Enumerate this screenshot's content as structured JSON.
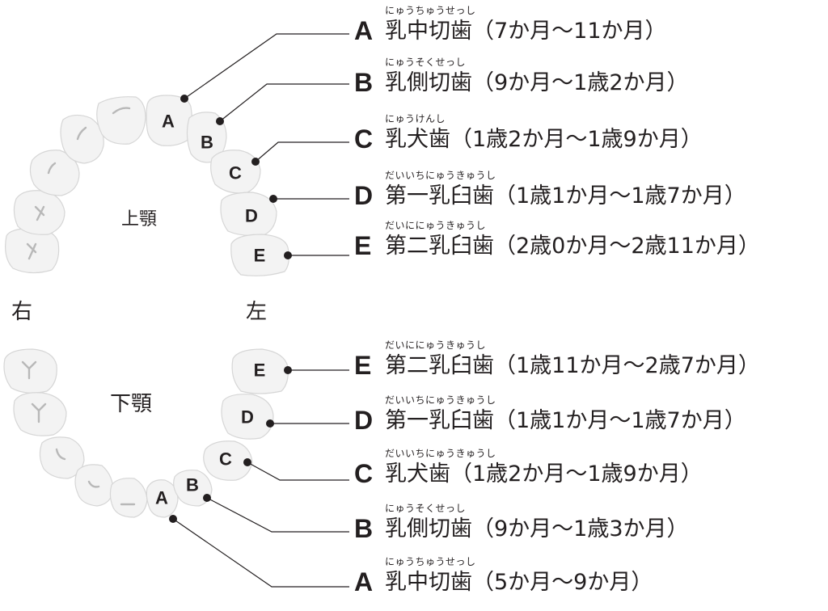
{
  "jaws": {
    "upper_label": "上顎",
    "lower_label": "下顎",
    "right_label": "右",
    "left_label": "左"
  },
  "upper_teeth": [
    {
      "letter": "A",
      "furigana": "にゅうちゅうせっし",
      "name": "乳中切歯",
      "period": "（7か月〜11か月）"
    },
    {
      "letter": "B",
      "furigana": "にゅうそくせっし",
      "name": "乳側切歯",
      "period": "（9か月〜1歳2か月）"
    },
    {
      "letter": "C",
      "furigana": "にゅうけんし",
      "name": "乳犬歯",
      "period": "（1歳2か月〜1歳9か月）"
    },
    {
      "letter": "D",
      "furigana": "だいいちにゅうきゅうし",
      "name": "第一乳臼歯",
      "period": "（1歳1か月〜1歳7か月）"
    },
    {
      "letter": "E",
      "furigana": "だいににゅうきゅうし",
      "name": "第二乳臼歯",
      "period": "（2歳0か月〜2歳11か月）"
    }
  ],
  "lower_teeth": [
    {
      "letter": "E",
      "furigana": "だいににゅうきゅうし",
      "name": "第二乳臼歯",
      "period": "（1歳11か月〜2歳7か月）"
    },
    {
      "letter": "D",
      "furigana": "だいいちにゅうきゅうし",
      "name": "第一乳臼歯",
      "period": "（1歳1か月〜1歳7か月）"
    },
    {
      "letter": "C",
      "furigana": "だいいちにゅうきゅうし",
      "name": "乳犬歯",
      "period": "（1歳2か月〜1歳9か月）"
    },
    {
      "letter": "B",
      "furigana": "にゅうそくせっし",
      "name": "乳側切歯",
      "period": "（9か月〜1歳3か月）"
    },
    {
      "letter": "A",
      "furigana": "にゅうちゅうせっし",
      "name": "乳中切歯",
      "period": "（5か月〜9か月）"
    }
  ]
}
